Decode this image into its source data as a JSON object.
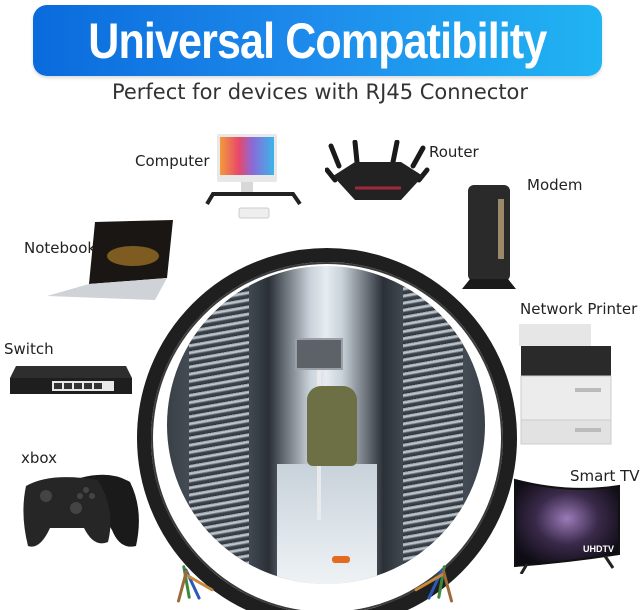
{
  "header": {
    "title": "Universal Compatibility",
    "subtitle": "Perfect for devices with RJ45 Connector",
    "banner_gradient": [
      "#0a6bdc",
      "#20b4f2"
    ]
  },
  "devices": [
    {
      "label": "Computer",
      "icon": "desktop-computer-icon"
    },
    {
      "label": "Router",
      "icon": "router-icon"
    },
    {
      "label": "Modem",
      "icon": "modem-icon"
    },
    {
      "label": "Notebook",
      "icon": "laptop-icon"
    },
    {
      "label": "Network Printer",
      "icon": "printer-icon"
    },
    {
      "label": "Switch",
      "icon": "network-switch-icon"
    },
    {
      "label": "xbox",
      "icon": "game-controller-icon"
    },
    {
      "label": "Smart TV",
      "icon": "smart-tv-icon"
    }
  ],
  "tv_badge": "UHDTV",
  "center_image": "data-center-cable-ring"
}
